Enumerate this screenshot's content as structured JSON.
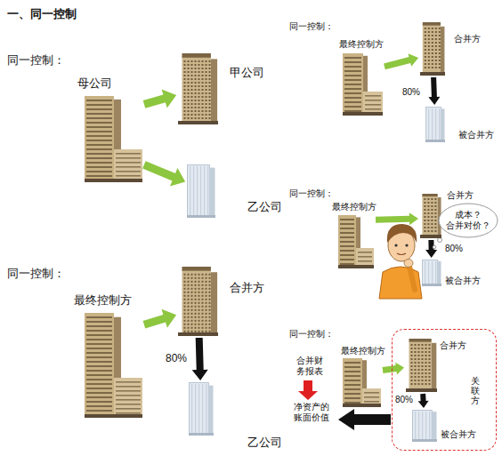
{
  "diagram": {
    "title": "一、同一控制",
    "nodes": [
      {
        "text": [
          "母公司"
        ]
      },
      {
        "text": [
          "甲公司"
        ]
      },
      {
        "text": [
          "乙公司"
        ]
      },
      {
        "text": [
          "最终控制方"
        ]
      },
      {
        "text": [
          "合并方"
        ]
      },
      {
        "text": [
          "乙公司"
        ]
      },
      {
        "text": [
          "最终控制方"
        ]
      },
      {
        "text": [
          "合并方"
        ]
      },
      {
        "text": [
          "被合并方"
        ]
      },
      {
        "text": [
          "最终控制方"
        ]
      },
      {
        "text": [
          "合并方"
        ]
      },
      {
        "text": [
          "成本？ 合并对价？"
        ]
      },
      {
        "text": [
          "被合并方"
        ]
      },
      {
        "text": [
          "最终控制方"
        ]
      },
      {
        "text": [
          "关联方"
        ]
      },
      {
        "text": [
          "合并方"
        ],
        "in": 14
      },
      {
        "text": [
          "被合并方"
        ],
        "in": 14
      }
    ],
    "edges": [
      {
        "from": 0,
        "to": 1,
        "arrow": "to"
      },
      {
        "from": 0,
        "to": 2,
        "arrow": "to"
      },
      {
        "from": 3,
        "to": 4,
        "arrow": "to"
      },
      {
        "from": 4,
        "to": 5,
        "arrow": "to"
      },
      {
        "from": 6,
        "to": 7,
        "arrow": "to"
      },
      {
        "from": 7,
        "to": 8,
        "arrow": "to"
      },
      {
        "from": 9,
        "to": 10,
        "arrow": "to"
      },
      {
        "from": 10,
        "to": 12,
        "arrow": "to"
      },
      {
        "from": 13,
        "to": 15,
        "arrow": "to"
      },
      {
        "from": 15,
        "to": 16,
        "arrow": "to"
      }
    ],
    "labels": [
      "同一控制：",
      "同一控制：",
      "80%",
      "同一控制：",
      "80%",
      "同一控制：",
      "80%",
      "同一控制：",
      "80%",
      "合并财务报表",
      "净资产的账面价值"
    ]
  }
}
